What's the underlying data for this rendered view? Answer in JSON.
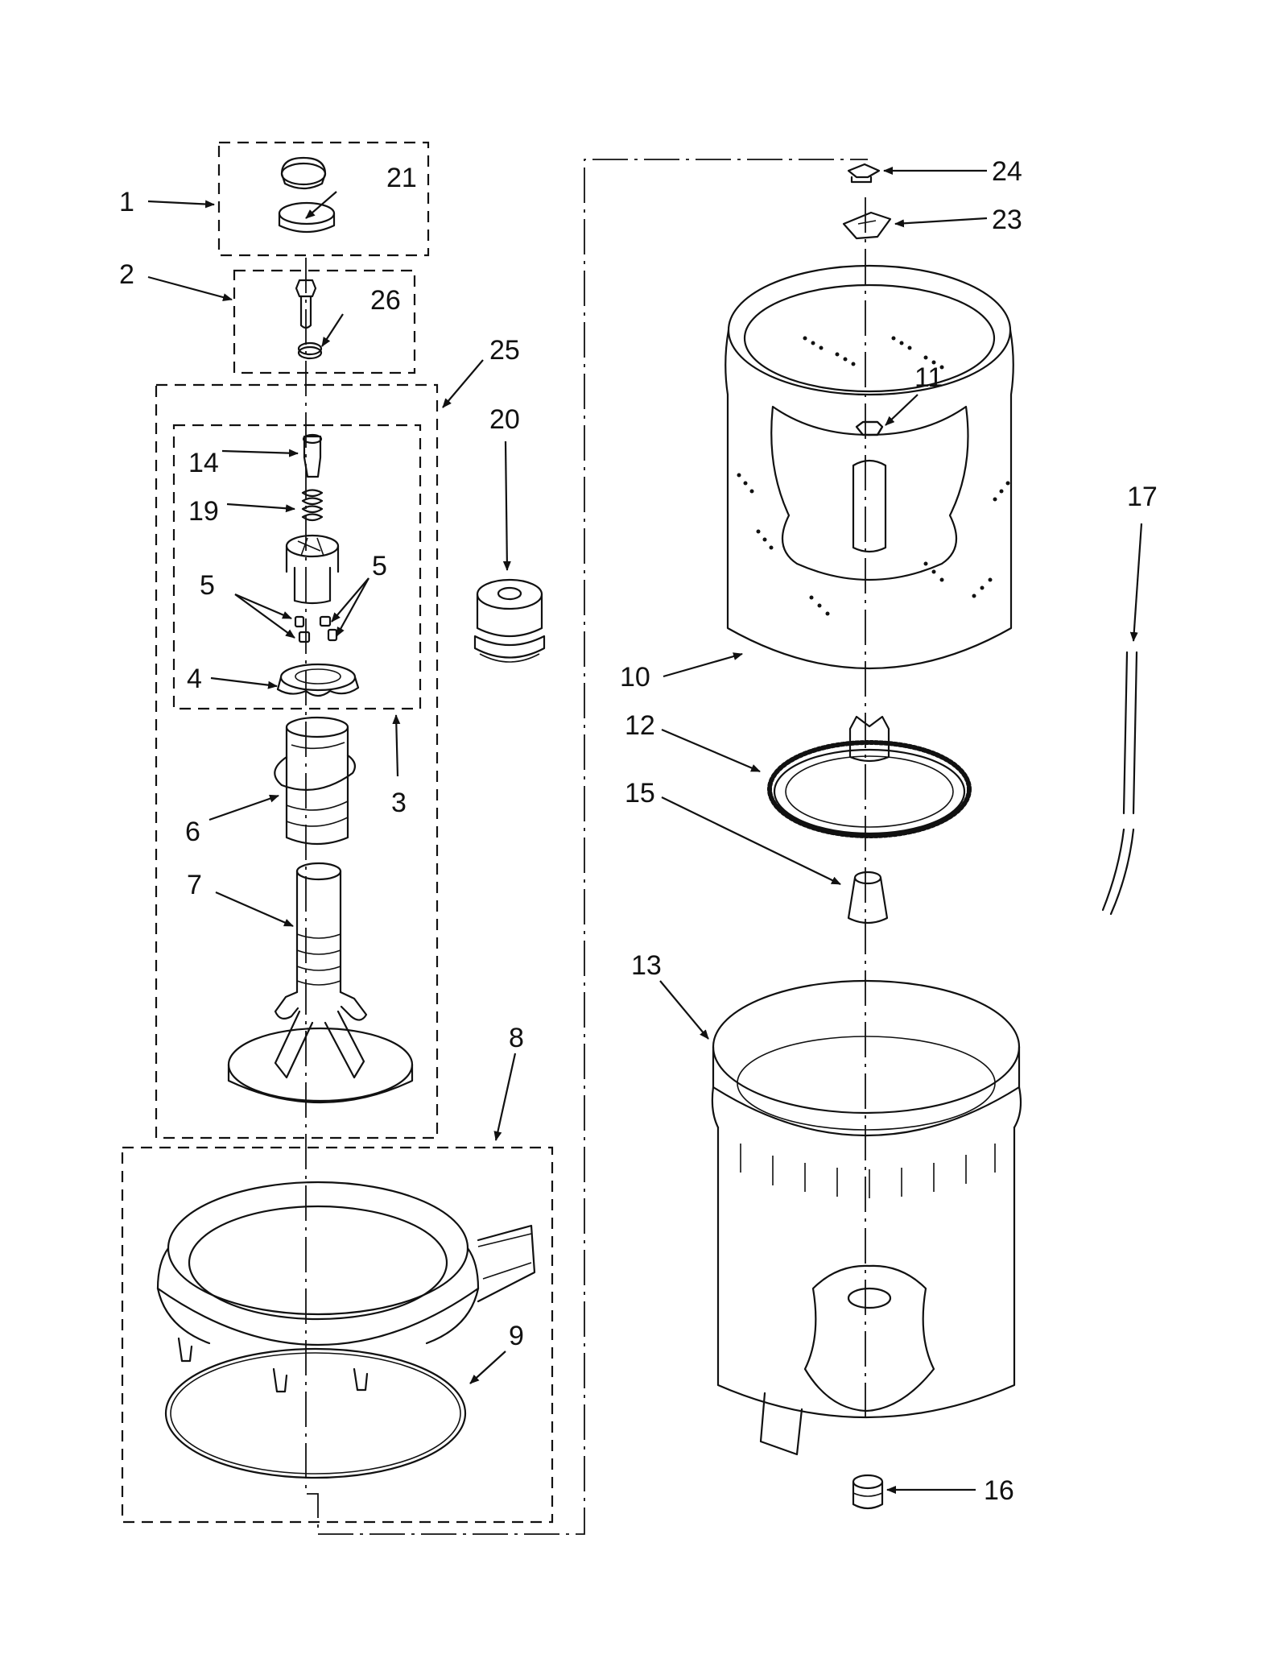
{
  "callouts": [
    {
      "id": "c1",
      "text": "1"
    },
    {
      "id": "c2",
      "text": "2"
    },
    {
      "id": "c3",
      "text": "3"
    },
    {
      "id": "c4",
      "text": "4"
    },
    {
      "id": "c5a",
      "text": "5"
    },
    {
      "id": "c5b",
      "text": "5"
    },
    {
      "id": "c6",
      "text": "6"
    },
    {
      "id": "c7",
      "text": "7"
    },
    {
      "id": "c8",
      "text": "8"
    },
    {
      "id": "c9",
      "text": "9"
    },
    {
      "id": "c10",
      "text": "10"
    },
    {
      "id": "c11",
      "text": "11"
    },
    {
      "id": "c12",
      "text": "12"
    },
    {
      "id": "c13",
      "text": "13"
    },
    {
      "id": "c14",
      "text": "14"
    },
    {
      "id": "c15",
      "text": "15"
    },
    {
      "id": "c16",
      "text": "16"
    },
    {
      "id": "c17",
      "text": "17"
    },
    {
      "id": "c19",
      "text": "19"
    },
    {
      "id": "c20",
      "text": "20"
    },
    {
      "id": "c21",
      "text": "21"
    },
    {
      "id": "c23",
      "text": "23"
    },
    {
      "id": "c24",
      "text": "24"
    },
    {
      "id": "c25",
      "text": "25"
    },
    {
      "id": "c26",
      "text": "26"
    }
  ],
  "colors": {
    "ink": "#111111",
    "paper": "#ffffff"
  }
}
